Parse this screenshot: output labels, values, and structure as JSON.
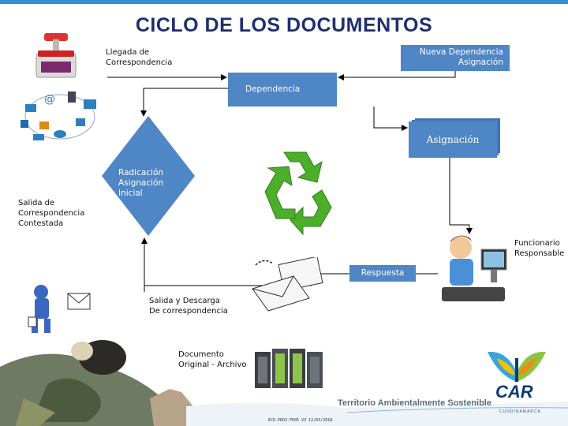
{
  "title": "CICLO DE LOS DOCUMENTOS",
  "nodes": {
    "llegada": "Llegada de\nCorrespondencia",
    "nueva_dependencia": "Nueva Dependencia\nAsignación",
    "dependencia": "Dependencia",
    "asignacion": "Asignación",
    "radicacion": "Radicación\nAsignación\nInicial",
    "salida_contestada": "Salida de\nCorrespondencia\nContestada",
    "funcionario": "Funcionario\nResponsable",
    "respuesta": "Respuesta",
    "salida_descarga": "Salida y Descarga\nDe correspondencia",
    "documento_original": "Documento\nOriginal - Archivo"
  },
  "footer": {
    "brand_slogan": "Territorio Ambientalmente Sostenible",
    "code": "ECD-PRO3-FR05 V3 12/03/2018",
    "logo_text": "CAR",
    "logo_subtext": "CUNDINAMARCA"
  },
  "colors": {
    "box_fill": "#4f86c6",
    "title": "#1f2f6e",
    "recycle_green": "#4caf2a"
  },
  "icons": [
    "stamp-icon",
    "communication-devices-icon",
    "recycle-icon",
    "worker-at-computer-icon",
    "envelope-icon",
    "mail-carrier-icon",
    "server-rack-icon",
    "wildlife-illustration",
    "butterfly-logo"
  ]
}
